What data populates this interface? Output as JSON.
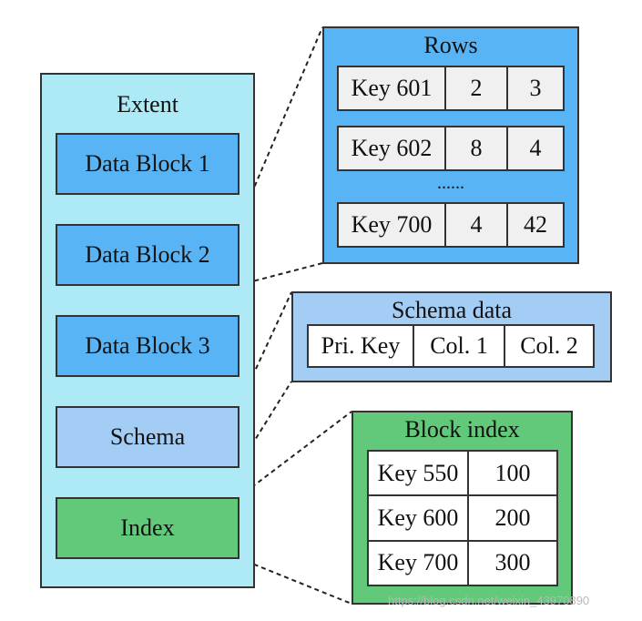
{
  "extent": {
    "title": "Extent",
    "blocks": [
      "Data Block 1",
      "Data Block 2",
      "Data Block 3",
      "Schema",
      "Index"
    ]
  },
  "rows": {
    "title": "Rows",
    "table": [
      [
        "Key 601",
        "2",
        "3"
      ],
      [
        "Key 602",
        "8",
        "4"
      ],
      [
        "Key 700",
        "4",
        "42"
      ]
    ],
    "ellipsis": "......"
  },
  "schema_data": {
    "title": "Schema data",
    "columns": [
      "Pri. Key",
      "Col. 1",
      "Col. 2"
    ]
  },
  "block_index": {
    "title": "Block index",
    "table": [
      [
        "Key 550",
        "100"
      ],
      [
        "Key 600",
        "200"
      ],
      [
        "Key 700",
        "300"
      ]
    ]
  },
  "watermark": "https://blog.csdn.net/weixin_43970890",
  "colors": {
    "extent": "#aeeaf5",
    "data_block": "#58b4f4",
    "schema": "#a4cdf5",
    "index": "#62c97a"
  }
}
